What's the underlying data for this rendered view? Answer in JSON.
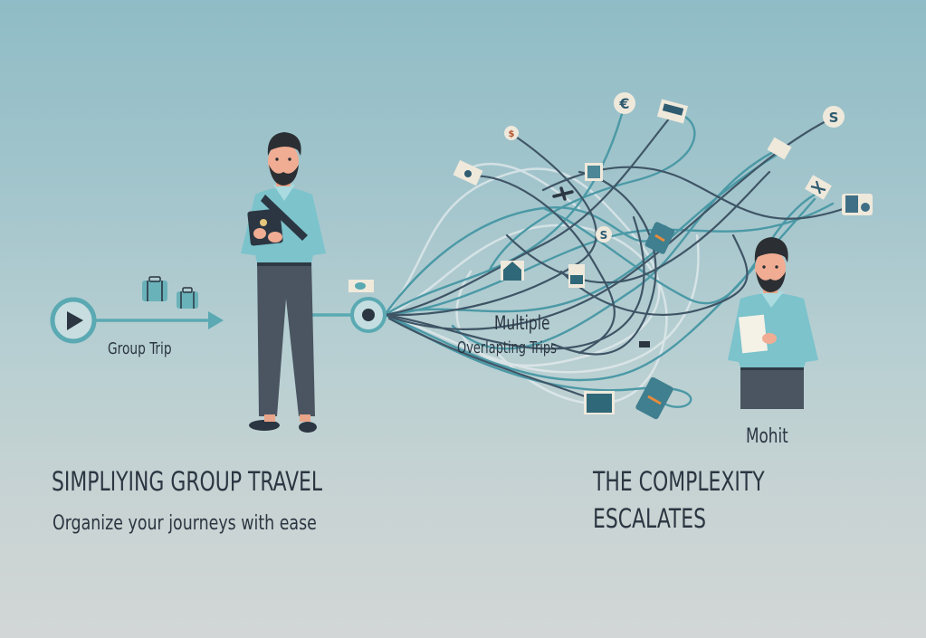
{
  "left_panel": {
    "title": "SIMPLIYING GROUP TRAVEL",
    "subtitle": "Organize your journeys with ease",
    "timeline_label": "Group Trip"
  },
  "center": {
    "cluster_label_line1": "Multiple",
    "cluster_label_line2": "Overlapting Trips"
  },
  "right_panel": {
    "person_name": "Mohit",
    "title_line1": "THE COMPLEXITY",
    "title_line2": "ESCALATES"
  },
  "icons": [
    "play-icon",
    "luggage-icon",
    "euro-icon",
    "dollar-icon",
    "bus-ticket-icon",
    "ticket-icon",
    "hotel-icon",
    "airplane-icon",
    "map-icon",
    "building-icon",
    "phone-icon",
    "house-icon",
    "currency-icon"
  ],
  "colors": {
    "teal": "#5aa9b3",
    "slate": "#3f5566",
    "text": "#2b3642",
    "shirt": "#7cc3cc",
    "pants": "#4a5561"
  }
}
